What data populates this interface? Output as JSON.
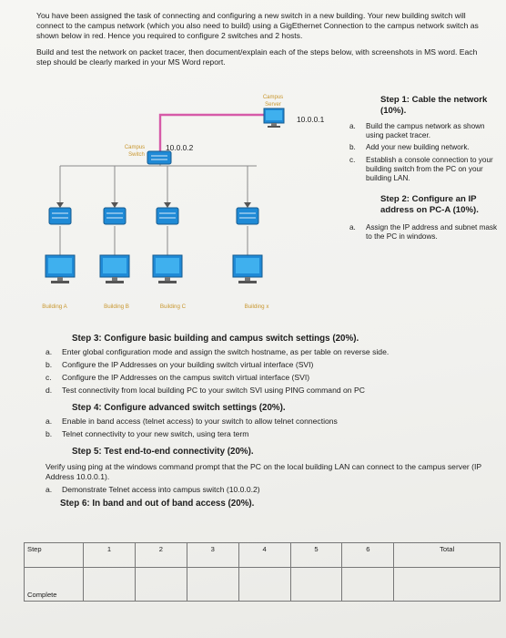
{
  "intro": {
    "p1": "You have been assigned the task of connecting and configuring a new switch in a new building. Your new building switch will connect to the campus network (which you also need to build) using a GigEthernet Connection to the campus network switch as shown below in red. Hence you required to configure 2 switches and 2 hosts.",
    "p2": "Build and test the network on packet tracer, then document/explain each of the steps below, with screenshots in MS word. Each step should be clearly marked in your MS Word report."
  },
  "diagram": {
    "campus_server_label": "Campus Server",
    "server_ip": "10.0.0.1",
    "campus_switch_label": "Campus Switch",
    "switch_ip": "10.0.0.2",
    "buildings": [
      "Building A",
      "Building B",
      "Building C",
      "Building x"
    ],
    "colors": {
      "link_red": "#d65aa8",
      "link_gray": "#8a8a8a",
      "device_blue": "#1f8ad6",
      "label_orange": "#c8962e"
    }
  },
  "step1": {
    "title": "Step 1:  Cable the network (10%).",
    "items": [
      {
        "marker": "a.",
        "text": "Build the campus network as shown using packet tracer."
      },
      {
        "marker": "b.",
        "text": "Add your new building network."
      },
      {
        "marker": "c.",
        "text": "Establish a console connection to your building switch from the PC on your building LAN."
      }
    ]
  },
  "step2": {
    "title": "Step 2:  Configure an IP address on PC-A (10%).",
    "items": [
      {
        "marker": "a.",
        "text": "Assign the IP address and subnet mask to the PC in windows."
      }
    ]
  },
  "step3": {
    "title": "Step 3:  Configure basic building and campus switch settings (20%).",
    "items": [
      {
        "marker": "a.",
        "text": "Enter global configuration mode and assign the switch hostname, as per table on reverse side."
      },
      {
        "marker": "b.",
        "text": "Configure the IP Addresses on your building switch virtual interface (SVI)"
      },
      {
        "marker": "c.",
        "text": "Configure the IP Addresses on the campus switch virtual interface (SVI)"
      },
      {
        "marker": "d.",
        "text": "Test connectivity from local building PC to your switch SVI using PING command on PC"
      }
    ]
  },
  "step4": {
    "title": "Step 4:  Configure advanced switch settings (20%).",
    "items": [
      {
        "marker": "a.",
        "text": "Enable in band access (telnet access) to your switch to allow telnet connections"
      },
      {
        "marker": "b.",
        "text": "Telnet connectivity to your new switch, using tera term"
      }
    ]
  },
  "step5": {
    "title": "Step 5:  Test end-to-end connectivity (20%).",
    "verify": "Verify using ping at the windows command prompt that the PC on the local building LAN can connect to the campus server (IP Address 10.0.0.1).",
    "items": [
      {
        "marker": "a.",
        "text": "Demonstrate Telnet access into campus switch (10.0.0.2)"
      }
    ]
  },
  "step6": {
    "title": "Step 6: In band and out of band access (20%)."
  },
  "table": {
    "row1_label": "Step",
    "steps": [
      "1",
      "2",
      "3",
      "4",
      "5",
      "6"
    ],
    "total_label": "Total",
    "row2_label": "Complete"
  }
}
